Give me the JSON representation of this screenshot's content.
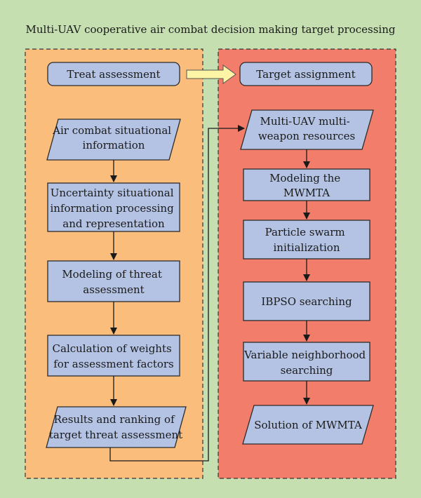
{
  "diagram": {
    "title": "Multi-UAV cooperative air combat decision making target processing",
    "colors": {
      "outer_bg": "#c5dfb0",
      "left_panel": "#fbbd7c",
      "right_panel": "#f27d6a",
      "node_fill": "#b4c3e3",
      "node_stroke": "#2b2b2b",
      "arrow_light": "#fdf5a5"
    },
    "left": {
      "header": "Treat assessment",
      "steps": [
        {
          "lines": [
            "Air combat situational",
            "information"
          ]
        },
        {
          "lines": [
            "Uncertainty situational",
            "information processing",
            "and representation"
          ]
        },
        {
          "lines": [
            "Modeling of threat",
            "assessment"
          ]
        },
        {
          "lines": [
            "Calculation of weights",
            "for assessment factors"
          ]
        },
        {
          "lines": [
            "Results and ranking of",
            "target threat assessment"
          ]
        }
      ]
    },
    "right": {
      "header": "Target assignment",
      "steps": [
        {
          "lines": [
            "Multi-UAV multi-",
            "weapon resources"
          ]
        },
        {
          "lines": [
            "Modeling the",
            "MWMTA"
          ]
        },
        {
          "lines": [
            "Particle swarm",
            "initialization"
          ]
        },
        {
          "lines": [
            "IBPSO searching"
          ]
        },
        {
          "lines": [
            "Variable neighborhood",
            "searching"
          ]
        },
        {
          "lines": [
            "Solution of MWMTA"
          ]
        }
      ]
    }
  }
}
